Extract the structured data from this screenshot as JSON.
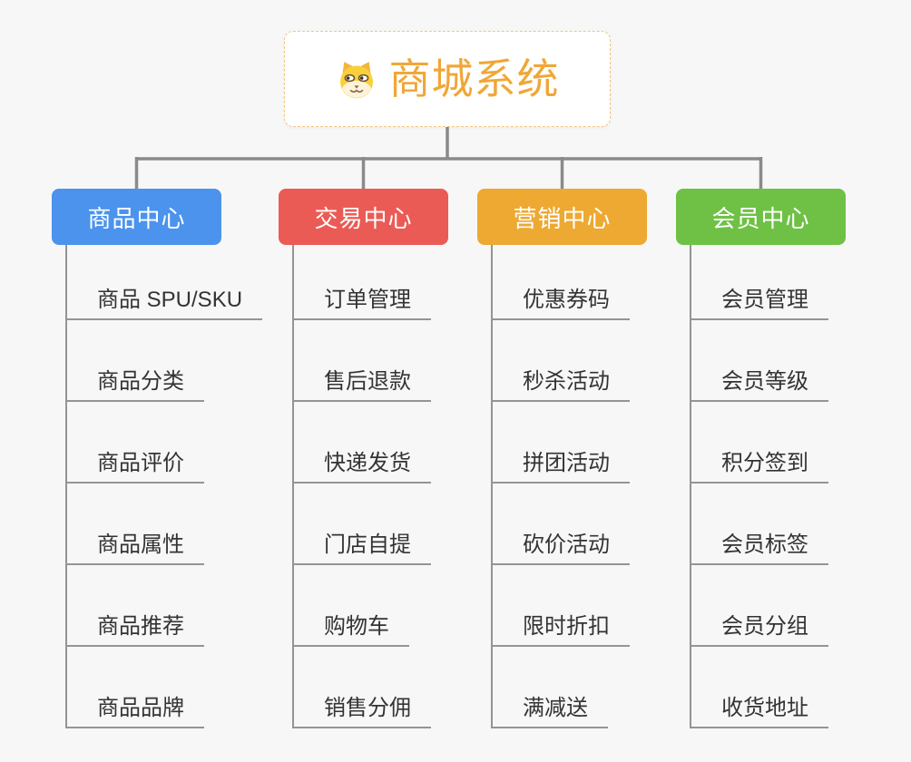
{
  "root": {
    "title": "商城系统",
    "icon": "dog-face-icon"
  },
  "branches": [
    {
      "label": "商品中心",
      "color": "#4b93ec",
      "items": [
        "商品 SPU/SKU",
        "商品分类",
        "商品评价",
        "商品属性",
        "商品推荐",
        "商品品牌"
      ]
    },
    {
      "label": "交易中心",
      "color": "#eb5b55",
      "items": [
        "订单管理",
        "售后退款",
        "快递发货",
        "门店自提",
        "购物车",
        "销售分佣"
      ]
    },
    {
      "label": "营销中心",
      "color": "#eda932",
      "items": [
        "优惠券码",
        "秒杀活动",
        "拼团活动",
        "砍价活动",
        "限时折扣",
        "满减送"
      ]
    },
    {
      "label": "会员中心",
      "color": "#6ec145",
      "items": [
        "会员管理",
        "会员等级",
        "积分签到",
        "会员标签",
        "会员分组",
        "收货地址"
      ]
    }
  ],
  "colors": {
    "background": "#f7f7f7",
    "connector": "#8a8a8a",
    "item_line": "#949494",
    "item_text": "#333333",
    "root_accent": "#f0a737",
    "root_border": "#f4c57c"
  }
}
